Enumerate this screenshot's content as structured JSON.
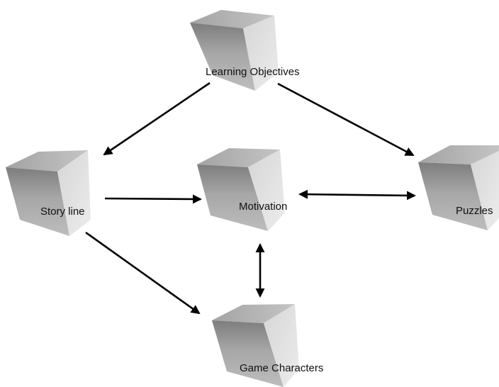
{
  "diagram": {
    "nodes": {
      "learning_objectives": "Learning Objectives",
      "story_line": "Story line",
      "motivation": "Motivation",
      "puzzles": "Puzzles",
      "game_characters": "Game Characters"
    },
    "edges": [
      {
        "from": "learning_objectives",
        "to": "story_line",
        "direction": "forward"
      },
      {
        "from": "learning_objectives",
        "to": "puzzles",
        "direction": "forward"
      },
      {
        "from": "story_line",
        "to": "motivation",
        "direction": "forward"
      },
      {
        "from": "story_line",
        "to": "game_characters",
        "direction": "forward"
      },
      {
        "from": "motivation",
        "to": "puzzles",
        "direction": "both"
      },
      {
        "from": "motivation",
        "to": "game_characters",
        "direction": "both"
      }
    ],
    "colors": {
      "cube_front": "#a9a9a9",
      "cube_side": "#dcdcdc",
      "cube_top": "#bdbdbd",
      "arrow": "#000000",
      "background": "#ffffff"
    }
  }
}
